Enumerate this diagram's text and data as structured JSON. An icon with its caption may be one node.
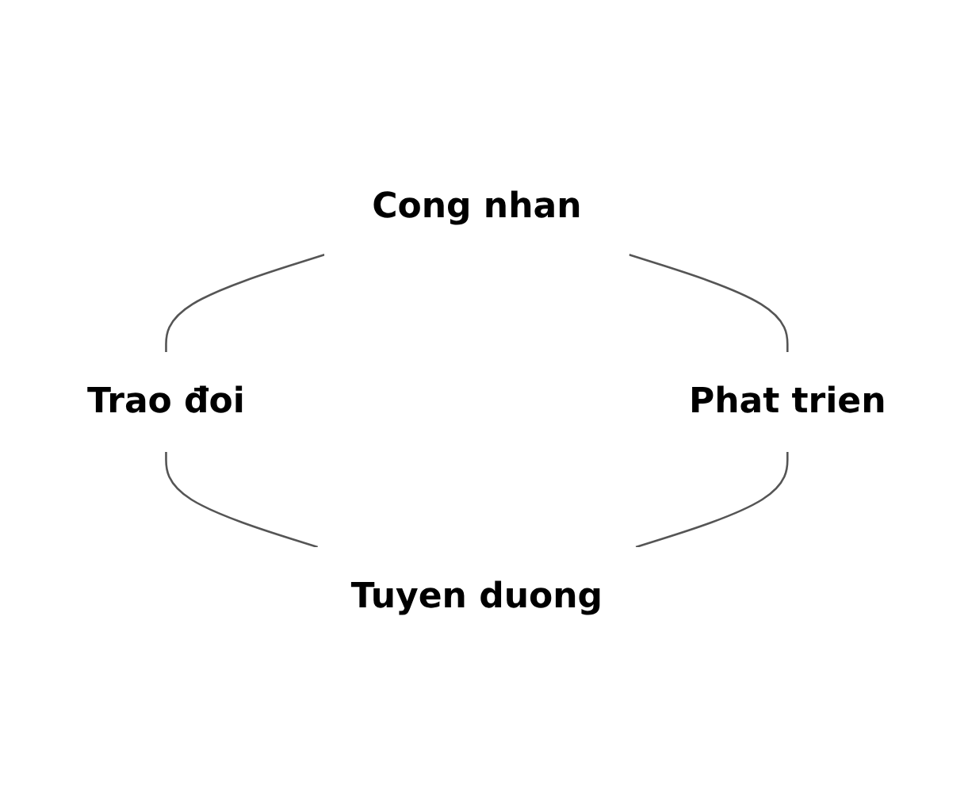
{
  "diagram": {
    "nodes": [
      {
        "text": [
          "Cong nhan"
        ]
      },
      {
        "text": [
          "Phat trien"
        ]
      },
      {
        "text": [
          "Trao đoi"
        ]
      },
      {
        "text": [
          "Tuyen duong"
        ]
      }
    ],
    "edges": [
      {
        "from": 0,
        "to": 2,
        "arrow": "none"
      },
      {
        "from": 2,
        "to": 3,
        "arrow": "none"
      },
      {
        "from": 1,
        "to": 3,
        "arrow": "none"
      },
      {
        "from": 0,
        "to": 1,
        "arrow": "none"
      }
    ]
  }
}
